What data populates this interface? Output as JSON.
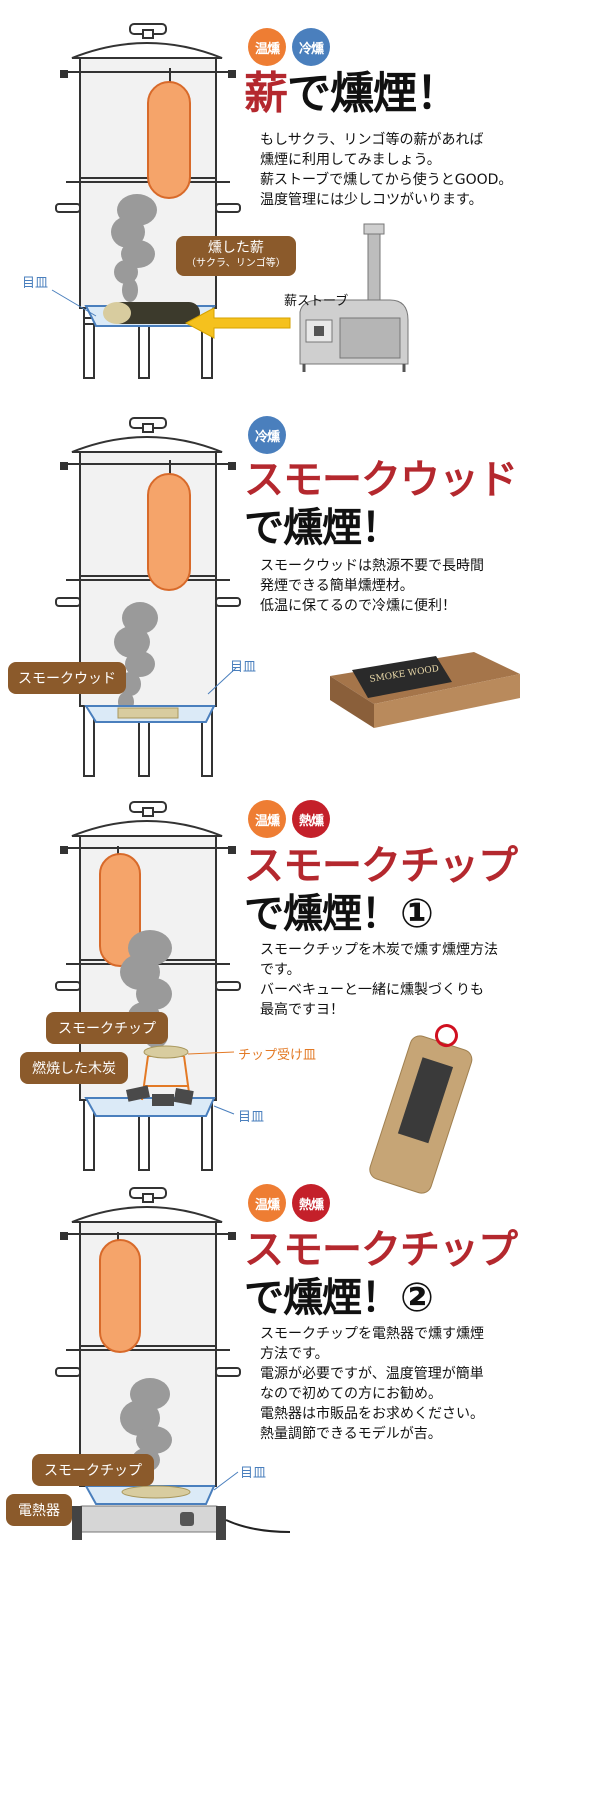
{
  "sections": [
    {
      "badges": [
        "温燻",
        "冷燻"
      ],
      "title_accent": "薪",
      "title_rest": "で燻煙！",
      "description": [
        "もしサクラ、リンゴ等の薪があれば",
        "燻煙に利用してみましょう。",
        "薪ストーブで燻してから使うとGOOD。",
        "温度管理には少しコツがいります。"
      ],
      "callout_main": "燻した薪",
      "callout_sub": "（サクラ、リンゴ等）",
      "label_tray": "目皿",
      "label_stove": "薪ストーブ"
    },
    {
      "badges": [
        "冷燻"
      ],
      "title_line1": "スモークウッド",
      "title_line2": "で燻煙！",
      "description": [
        "スモークウッドは熱源不要で長時間",
        "発煙できる簡単燻煙材。",
        "低温に保てるので冷燻に便利！"
      ],
      "callout": "スモークウッド",
      "label_tray": "目皿",
      "product_text": "SMOKE WOOD"
    },
    {
      "badges": [
        "温燻",
        "熱燻"
      ],
      "title_line1": "スモークチップ",
      "title_line2": "で燻煙！①",
      "description": [
        "スモークチップを木炭で燻す燻煙方法",
        "です。",
        "バーベキューと一緒に燻製づくりも",
        "最高ですヨ！"
      ],
      "callout_chip": "スモークチップ",
      "callout_charcoal": "燃焼した木炭",
      "label_chip_tray": "チップ受け皿",
      "label_tray": "目皿"
    },
    {
      "badges": [
        "温燻",
        "熱燻"
      ],
      "title_line1": "スモークチップ",
      "title_line2": "で燻煙！②",
      "description": [
        "スモークチップを電熱器で燻す燻煙",
        "方法です。",
        "電源が必要ですが、温度管理が簡単",
        "なので初めての方にお勧め。",
        "電熱器は市販品をお求めください。",
        "熱量調節できるモデルが吉。"
      ],
      "callout_chip": "スモークチップ",
      "callout_heater": "電熱器",
      "label_tray": "目皿"
    }
  ],
  "colors": {
    "orange_badge": "#ee7d33",
    "blue_badge": "#4a7fbd",
    "red_badge": "#c4202a",
    "title_red": "#b4282e",
    "callout_brown": "#8b5a2b",
    "sausage": "#f5a46a"
  }
}
